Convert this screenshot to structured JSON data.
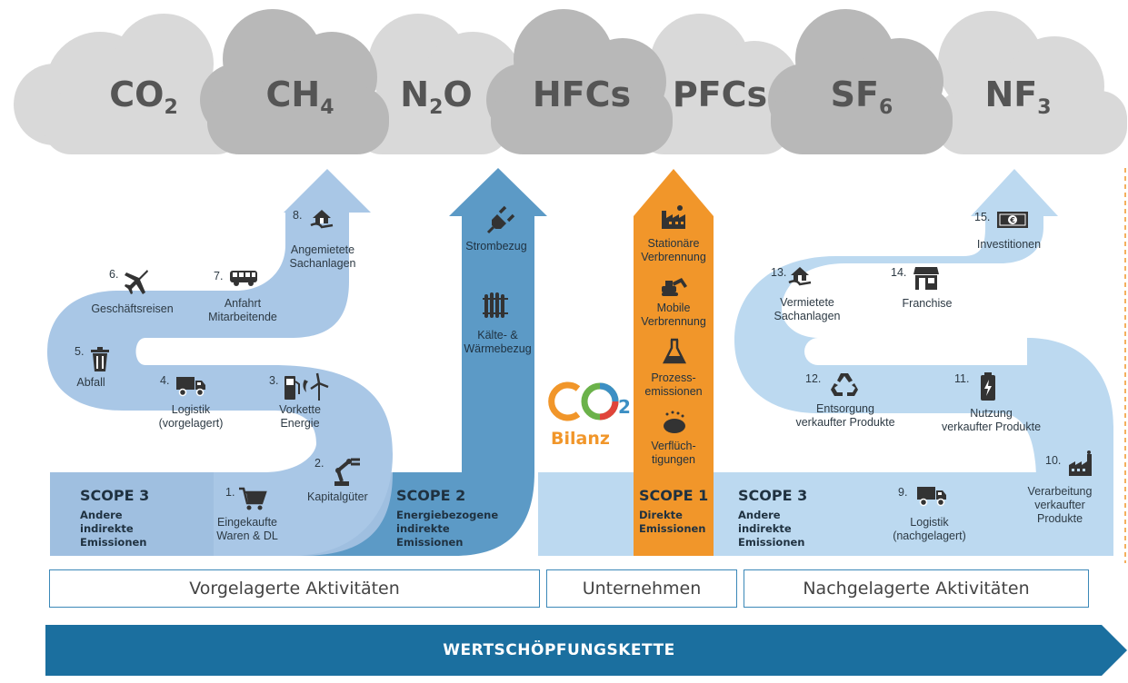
{
  "gases": [
    {
      "base": "CO",
      "sub": "2"
    },
    {
      "base": "CH",
      "sub": "4"
    },
    {
      "base": "N",
      "sub": "2",
      "tail": "O"
    },
    {
      "base": "HFCs",
      "sub": ""
    },
    {
      "base": "PFCs",
      "sub": ""
    },
    {
      "base": "SF",
      "sub": "6"
    },
    {
      "base": "NF",
      "sub": "3"
    }
  ],
  "scope3_up": {
    "title": "SCOPE 3",
    "sub": [
      "Andere",
      "indirekte",
      "Emissionen"
    ],
    "items": [
      {
        "num": "1.",
        "label": [
          "Eingekaufte",
          "Waren & DL"
        ],
        "icon": "shopping-cart-icon"
      },
      {
        "num": "2.",
        "label": [
          "Kapitalgüter"
        ],
        "icon": "robot-arm-icon"
      },
      {
        "num": "3.",
        "label": [
          "Vorkette",
          "Energie"
        ],
        "icon": "fuel-wind-icon"
      },
      {
        "num": "4.",
        "label": [
          "Logistik",
          "(vorgelagert)"
        ],
        "icon": "truck-icon"
      },
      {
        "num": "5.",
        "label": [
          "Abfall"
        ],
        "icon": "trash-icon"
      },
      {
        "num": "6.",
        "label": [
          "Geschäftsreisen"
        ],
        "icon": "airplane-icon"
      },
      {
        "num": "7.",
        "label": [
          "Anfahrt",
          "Mitarbeitende"
        ],
        "icon": "bus-icon"
      },
      {
        "num": "8.",
        "label": [
          "Angemietete",
          "Sachanlagen"
        ],
        "icon": "house-hand-icon"
      }
    ]
  },
  "scope2": {
    "title": "SCOPE 2",
    "sub": [
      "Energiebezogene",
      "indirekte",
      "Emissionen"
    ],
    "items": [
      {
        "label": [
          "Strombezug"
        ],
        "icon": "plug-icon"
      },
      {
        "label": [
          "Kälte- &",
          "Wärmebezug"
        ],
        "icon": "radiator-icon"
      }
    ]
  },
  "scope1": {
    "title": "SCOPE 1",
    "sub": [
      "Direkte",
      "Emissionen"
    ],
    "items": [
      {
        "label": [
          "Stationäre",
          "Verbrennung"
        ],
        "icon": "factory-icon"
      },
      {
        "label": [
          "Mobile",
          "Verbrennung"
        ],
        "icon": "excavator-icon"
      },
      {
        "label": [
          "Prozess-",
          "emissionen"
        ],
        "icon": "flask-icon"
      },
      {
        "label": [
          "Verflüch-",
          "tigungen"
        ],
        "icon": "leak-icon"
      }
    ]
  },
  "logo": {
    "co": "CO",
    "two": "2",
    "word": "Bilanz"
  },
  "scope3_down": {
    "title": "SCOPE 3",
    "sub": [
      "Andere",
      "indirekte",
      "Emissionen"
    ],
    "items": [
      {
        "num": "9.",
        "label": [
          "Logistik",
          "(nachgelagert)"
        ],
        "icon": "truck-icon"
      },
      {
        "num": "10.",
        "label": [
          "Verarbeitung",
          "verkaufter",
          "Produkte"
        ],
        "icon": "factory-icon"
      },
      {
        "num": "11.",
        "label": [
          "Nutzung",
          "verkaufter Produkte"
        ],
        "icon": "battery-icon"
      },
      {
        "num": "12.",
        "label": [
          "Entsorgung",
          "verkaufter Produkte"
        ],
        "icon": "recycle-icon"
      },
      {
        "num": "13.",
        "label": [
          "Vermietete",
          "Sachanlagen"
        ],
        "icon": "house-hand-icon"
      },
      {
        "num": "14.",
        "label": [
          "Franchise"
        ],
        "icon": "store-icon"
      },
      {
        "num": "15.",
        "label": [
          "Investitionen"
        ],
        "icon": "banknote-icon"
      }
    ]
  },
  "boxes": {
    "up": "Vorgelagerte Aktivitäten",
    "company": "Unternehmen",
    "down": "Nachgelagerte Aktivitäten"
  },
  "chain": "WERTSCHÖPFUNGSKETTE",
  "colors": {
    "scope3_up": "#a9c7e6",
    "scope2": "#5c9ac6",
    "scope1": "#f1962a",
    "scope3_down": "#bcd9f0",
    "chain": "#1b6f9f",
    "cloud_dark": "#b8b8b8",
    "cloud_light": "#d9d9d9"
  }
}
